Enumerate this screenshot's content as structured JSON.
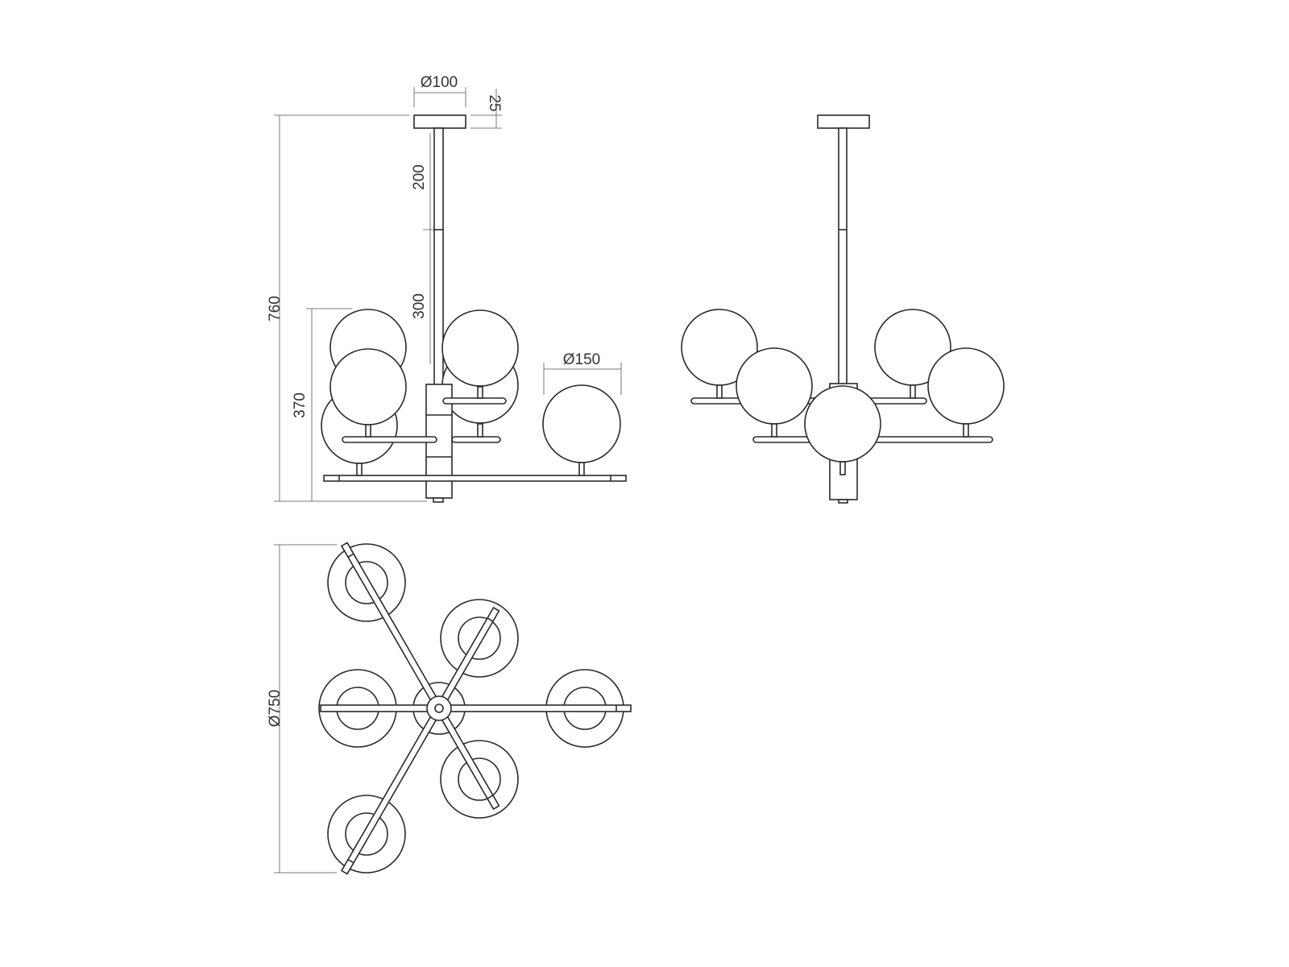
{
  "dimensions": {
    "canopy_diameter": "Ø100",
    "canopy_height": "25",
    "rod_upper": "200",
    "rod_lower": "300",
    "total_height": "760",
    "body_height": "370",
    "globe_diameter": "Ø150",
    "overall_diameter": "Ø750"
  }
}
